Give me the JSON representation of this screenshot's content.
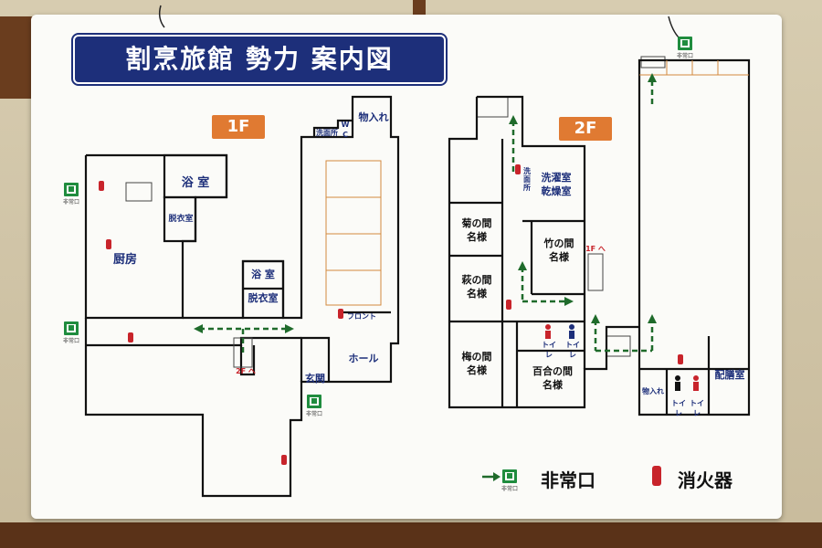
{
  "title": "割烹旅館 勢力 案内図",
  "floor1": {
    "label": "1F",
    "rooms": {
      "bath": "浴 室",
      "dressing": "脱衣室",
      "kitchen": "厨房",
      "bath_small": "浴 室",
      "dressing_small": "脱衣室",
      "washroom": "洗面所",
      "wc": "W C",
      "storage": "物入れ",
      "front": "フロント",
      "hall": "ホール",
      "entrance": "玄関",
      "stairs_2f": "2F へ"
    }
  },
  "floor2": {
    "label": "2F",
    "rooms": {
      "kiku": "菊の間\n名様",
      "hagi": "萩の間\n名様",
      "ume": "梅の間\n名様",
      "take": "竹の間\n名様",
      "yuri": "百合の間\n名様",
      "laundry": "洗濯室\n乾燥室",
      "washroom": "洗面所",
      "toilet_1": "トイレ",
      "toilet_2": "トイレ",
      "toilet_3": "トイレ",
      "toilet_4": "トイレ",
      "storage": "物入れ",
      "serving": "配膳室",
      "stairs_1f": "1F へ"
    }
  },
  "exit_caption": "非常口",
  "legend": {
    "exit_label": "非常口",
    "extinguisher_label": "消火器"
  },
  "colors": {
    "banner": "#1d2f7a",
    "floor_badge": "#e07a32",
    "exit_green": "#1f8c3e",
    "extinguisher_red": "#c8242b",
    "wall": "#111111"
  }
}
